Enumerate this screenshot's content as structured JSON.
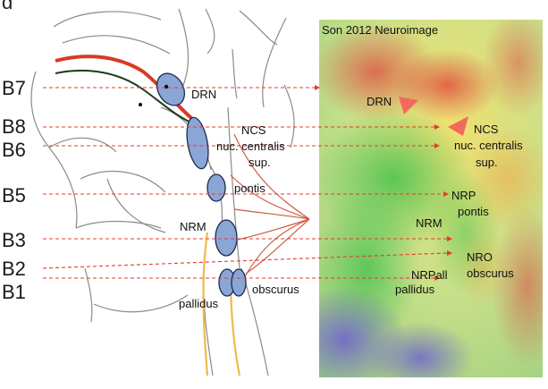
{
  "panel_letter": "d",
  "source_caption": "Son 2012 Neuroimage",
  "group_labels": [
    "B7",
    "B8",
    "B6",
    "B5",
    "B3",
    "B2",
    "B1"
  ],
  "nuclei_labels": {
    "drn": "DRN",
    "ncs": "NCS",
    "nuc_centralis": "nuc. centralis",
    "sup": "sup.",
    "pontis": "pontis",
    "nrm": "NRM",
    "pallidus": "pallidus",
    "obscurus": "obscurus"
  },
  "mri_labels": {
    "drn": "DRN",
    "ncs": "NCS",
    "nuc_centralis": "nuc. centralis",
    "sup": "sup.",
    "nrp": "NRP",
    "pontis": "pontis",
    "nrm": "NRM",
    "nro": "NRO",
    "obscurus": "obscurus",
    "nrpall": "NRPall",
    "pallidus": "pallidus"
  },
  "colors": {
    "guide_line": "#e23c2c",
    "nucleus_fill": "#8aa6d6",
    "nucleus_stroke": "#1c2a52",
    "arrowhead": "#f26a5e",
    "tract_red": "#d83a24",
    "tract_green": "#1e3a1e",
    "tract_orange": "#f2b84a"
  }
}
